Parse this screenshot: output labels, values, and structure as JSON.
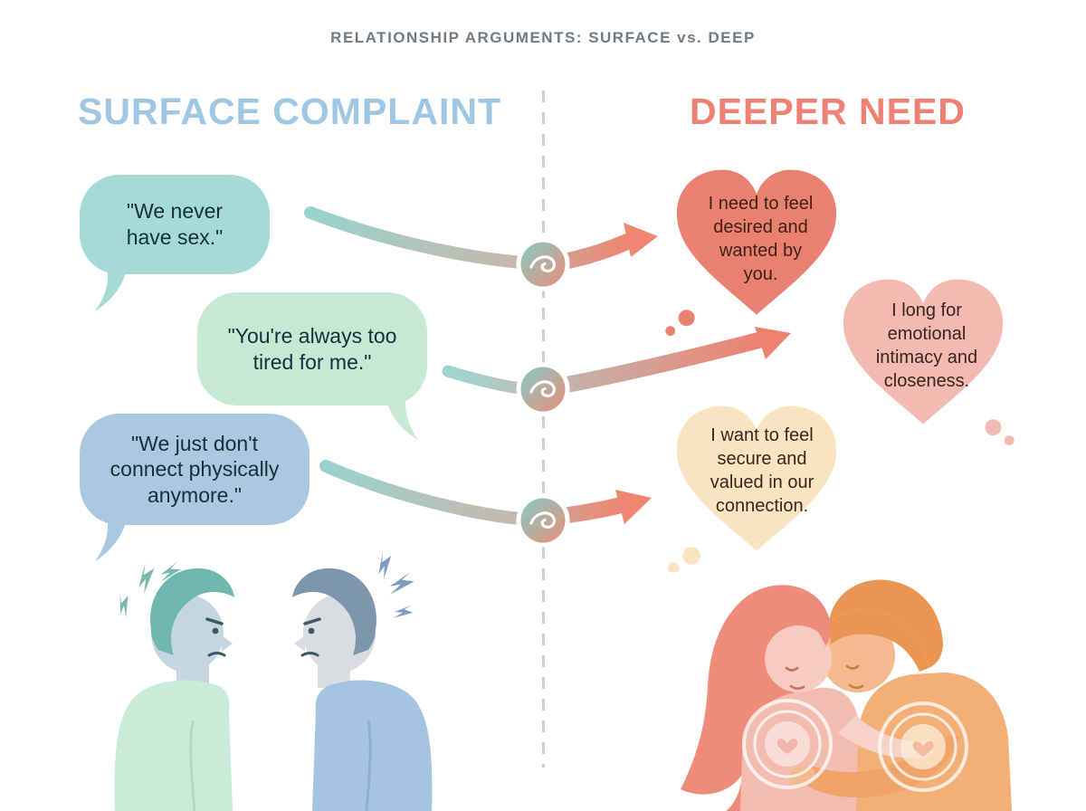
{
  "title": "RELATIONSHIP ARGUMENTS: SURFACE vs. DEEP",
  "left_column": {
    "header": "SURFACE COMPLAINT",
    "accent_color": "#9fc6e2"
  },
  "right_column": {
    "header": "DEEPER NEED",
    "accent_color": "#ee8173"
  },
  "pairs": [
    {
      "complaint": "\"We never\nhave sex.\"",
      "need": "I need to feel\ndesired and\nwanted by\nyou.",
      "bubble_color": "#a6dad6",
      "heart_color": "#e98170"
    },
    {
      "complaint": "\"You're always too\ntired for me.\"",
      "need": "I long for\nemotional\nintimacy and\ncloseness.",
      "bubble_color": "#c6e9d3",
      "heart_color": "#f3bab2"
    },
    {
      "complaint": "\"We just don't\nconnect physically\nanymore.\"",
      "need": "I want to feel\nsecure and\nvalued in our\nconnection.",
      "bubble_color": "#aac9e0",
      "heart_color": "#f9e4c1"
    }
  ],
  "connector_icon": "swirl-wave-icon",
  "divider_style": "vertical-dashed-line",
  "illustrations": {
    "left": "two-men-arguing-with-lightning-bolts",
    "right": "couple-embracing-foreheads-touching"
  },
  "palette": {
    "title_gray": "#6f7b84",
    "arrow_teal": "#98d3cd",
    "arrow_coral": "#ee8672",
    "dash_gray": "#ccd0d3"
  }
}
